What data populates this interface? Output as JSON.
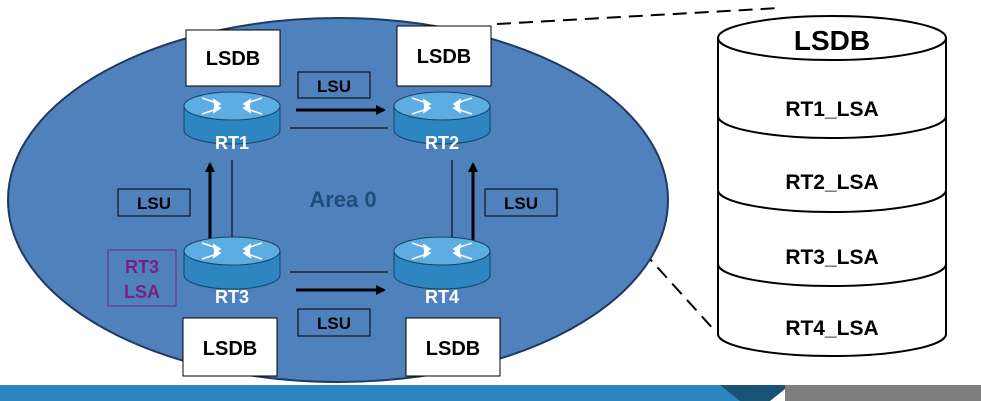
{
  "area": {
    "label": "Area 0"
  },
  "routers": [
    {
      "name": "RT1",
      "lsdb_label": "LSDB"
    },
    {
      "name": "RT2",
      "lsdb_label": "LSDB"
    },
    {
      "name": "RT3",
      "lsdb_label": "LSDB"
    },
    {
      "name": "RT4",
      "lsdb_label": "LSDB"
    }
  ],
  "lsu_labels": [
    "LSU",
    "LSU",
    "LSU",
    "LSU"
  ],
  "rt3_lsa": {
    "line1": "RT3",
    "line2": "LSA"
  },
  "database": {
    "title": "LSDB",
    "entries": [
      "RT1_LSA",
      "RT2_LSA",
      "RT3_LSA",
      "RT4_LSA"
    ]
  },
  "colors": {
    "area_fill": "#4f81bd",
    "area_stroke": "#1f3a5f",
    "router_body": "#2e86c1",
    "router_top": "#5dade2",
    "area_label": "#1f4e79",
    "lsa_label": "#7b1f7f",
    "footer_blue": "#2e86c1",
    "footer_gray": "#7f7f7f"
  }
}
